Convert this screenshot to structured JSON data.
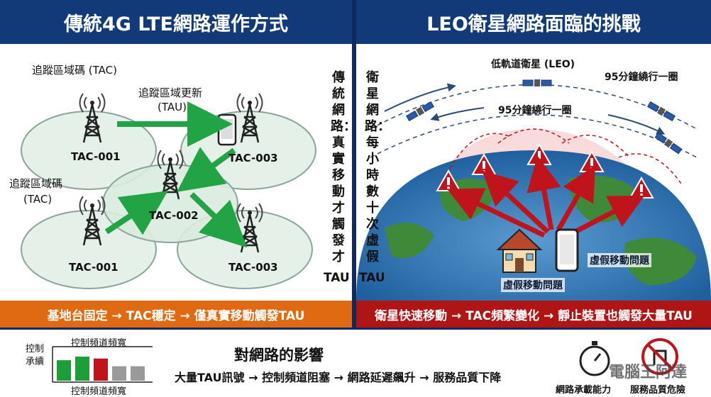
{
  "left_panel": {
    "title": "傳統4G LTE網路運作方式",
    "labels": {
      "tac_top": "追蹤區域碼 (TAC)",
      "tau_line1": "追蹤區域更新",
      "tau_line2": "(TAU)",
      "tac_left_line1": "追蹤區域碼",
      "tac_left_line2": "(TAC)"
    },
    "cells": [
      "TAC-001",
      "TAC-003",
      "TAC-002",
      "TAC-001",
      "TAC-003"
    ],
    "vertical_text_1": "傳統網路：真實移動才觸發才",
    "vertical_text_1_tail": "TAU",
    "vertical_text_2": "衛星網路：每小時數十次虛假",
    "vertical_text_2_tail": "TAU",
    "footer": "基地台固定 → TAC穩定 → 僅真實移動觸發TAU"
  },
  "right_panel": {
    "title": "LEO衛星網路面臨的挑戰",
    "leo_label": "低軌道衛星 (LEO)",
    "orbit_label_1": "95分鐘繞行一圈",
    "orbit_label_2": "95分鐘繞行一圈",
    "problem_label_1": "虛假移動問題",
    "problem_label_2": "虛假移動問題",
    "footer": "衛星快速移動 → TAC頻繁變化 → 靜止裝置也觸發大量TAU"
  },
  "bottom_panel": {
    "axis_label_line1": "控制",
    "axis_label_line2": "承續",
    "bandwidth_top": "控制頻道頻寬",
    "bandwidth_bottom": "控制頻道頻寬",
    "bars": [
      {
        "value": 0.85,
        "color": "#1e9e3a"
      },
      {
        "value": 1.0,
        "color": "#1e9e3a"
      },
      {
        "value": 0.92,
        "color": "#c0141c"
      },
      {
        "value": 0.6,
        "color": "#9a9a9a"
      },
      {
        "value": 0.6,
        "color": "#9a9a9a"
      }
    ],
    "impact_title": "對網路的影響",
    "impact_chain": "大量TAU訊號 → 控制頻道阻塞 → 網路延遲飆升 → 服務品質下降",
    "capacity_label": "網路承載能力",
    "quality_label": "服務品質危險",
    "watermark": "電腦王阿達"
  },
  "colors": {
    "navy": "#123a78",
    "orange": "#e06a12",
    "red": "#b01515",
    "green": "#22a346"
  }
}
